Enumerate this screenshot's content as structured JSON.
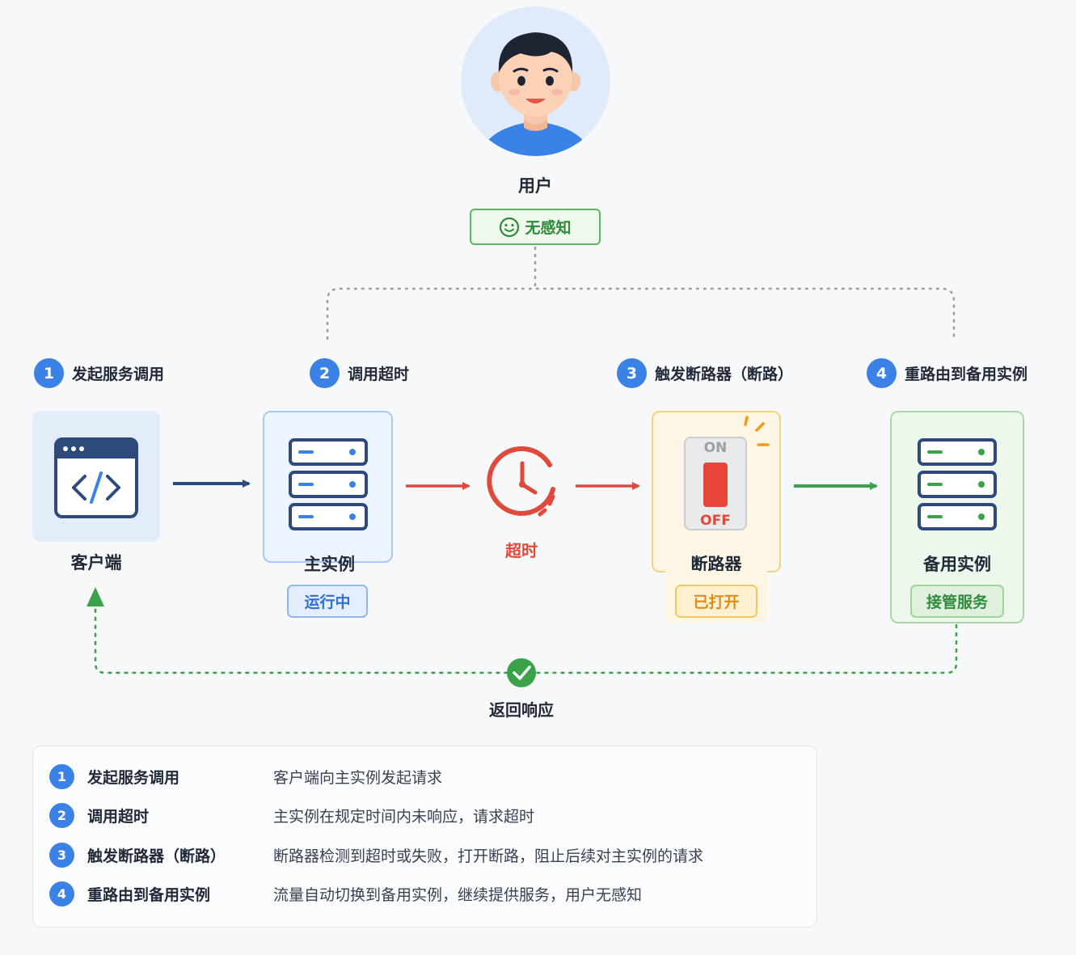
{
  "user": {
    "label": "用户",
    "badge": "无感知",
    "badge_icon": "smile-icon"
  },
  "steps": [
    {
      "num": "1",
      "title": "发起服务调用"
    },
    {
      "num": "2",
      "title": "调用超时"
    },
    {
      "num": "3",
      "title": "触发断路器（断路）"
    },
    {
      "num": "4",
      "title": "重路由到备用实例"
    }
  ],
  "nodes": {
    "client": {
      "label": "客户端",
      "icon": "code-window-icon"
    },
    "primary": {
      "label": "主实例",
      "status": "运行中",
      "icon": "server-icon"
    },
    "timeout": {
      "label": "超时",
      "icon": "clock-icon"
    },
    "breaker": {
      "label": "断路器",
      "status": "已打开",
      "switch_on": "ON",
      "switch_off": "OFF",
      "icon": "switch-icon"
    },
    "backup": {
      "label": "备用实例",
      "status": "接管服务",
      "icon": "server-icon"
    }
  },
  "return_label": "返回响应",
  "legend": [
    {
      "num": "1",
      "title": "发起服务调用",
      "desc": "客户端向主实例发起请求"
    },
    {
      "num": "2",
      "title": "调用超时",
      "desc": "主实例在规定时间内未响应，请求超时"
    },
    {
      "num": "3",
      "title": "触发断路器（断路）",
      "desc": "断路器检测到超时或失败，打开断路，阻止后续对主实例的请求"
    },
    {
      "num": "4",
      "title": "重路由到备用实例",
      "desc": "流量自动切换到备用实例，继续提供服务，用户无感知"
    }
  ],
  "colors": {
    "blue": "#3b82e6",
    "navy": "#2d4a7a",
    "red": "#e04a3a",
    "green": "#3aa34a",
    "orange": "#f29a1a",
    "gray_dash": "#9aa0a8"
  }
}
